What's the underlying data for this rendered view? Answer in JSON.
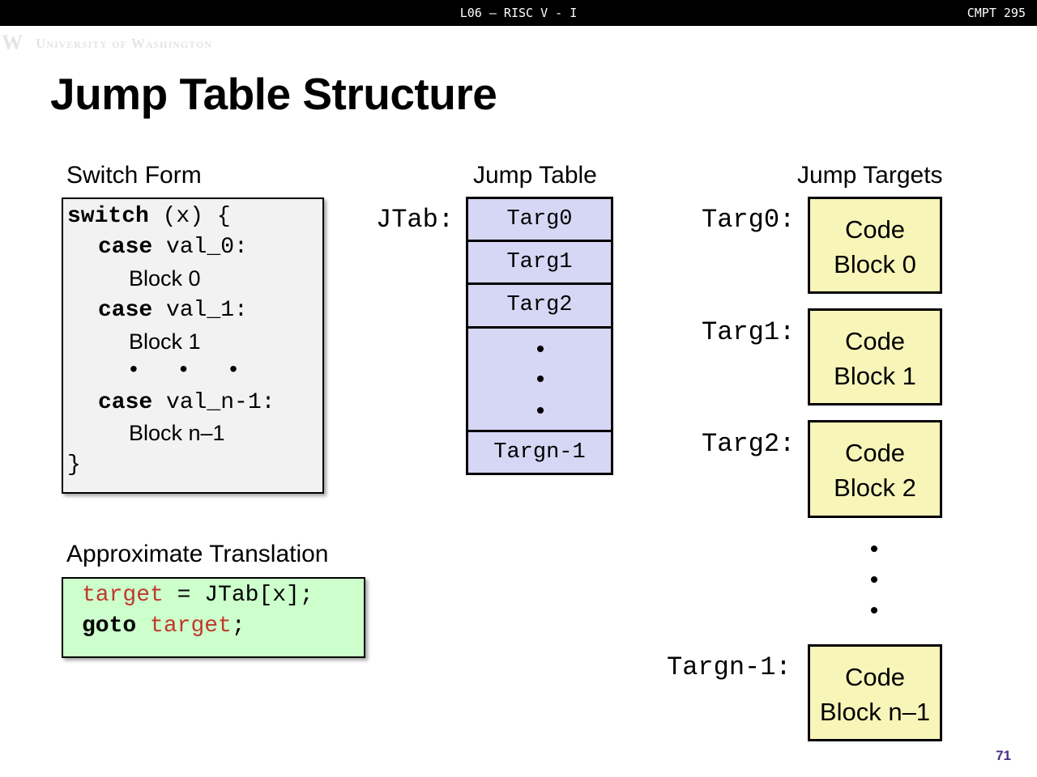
{
  "header": {
    "lecture": "L06 – RISC V - I",
    "course": "CMPT 295"
  },
  "logo": {
    "mark": "W",
    "text": "University of Washington"
  },
  "slide_title": "Jump Table Structure",
  "switch_form": {
    "heading": "Switch Form",
    "l1_kw": "switch",
    "l1_rest": " (x) {",
    "case_kw": "case",
    "case0_val": " val_0:",
    "block0": "Block 0",
    "case1_val": " val_1:",
    "block1": "Block 1",
    "ellipsis": "• • •",
    "casen_val": " val_n-1:",
    "blockn": "Block n–1",
    "close": "}"
  },
  "translation": {
    "heading": "Approximate Translation",
    "target_var": "target",
    "line1_rest": " = JTab[x];",
    "goto_kw": "goto",
    "semicolon": ";"
  },
  "jump_table": {
    "heading": "Jump Table",
    "label": "JTab:",
    "entries": [
      "Targ0",
      "Targ1",
      "Targ2",
      "Targn-1"
    ]
  },
  "jump_targets": {
    "heading": "Jump Targets",
    "items": [
      {
        "label": "Targ0:",
        "line1": "Code",
        "line2": "Block 0"
      },
      {
        "label": "Targ1:",
        "line1": "Code",
        "line2": "Block 1"
      },
      {
        "label": "Targ2:",
        "line1": "Code",
        "line2": "Block 2"
      },
      {
        "label": "Targn-1:",
        "line1": "Code",
        "line2": "Block n–1"
      }
    ]
  },
  "page_number": "71",
  "colors": {
    "table_fill": "#d6d6f5",
    "target_fill": "#f8f5b9",
    "translation_fill": "#ccffcc",
    "switch_fill": "#f2f2f2",
    "keyword_red": "#c0392b"
  }
}
